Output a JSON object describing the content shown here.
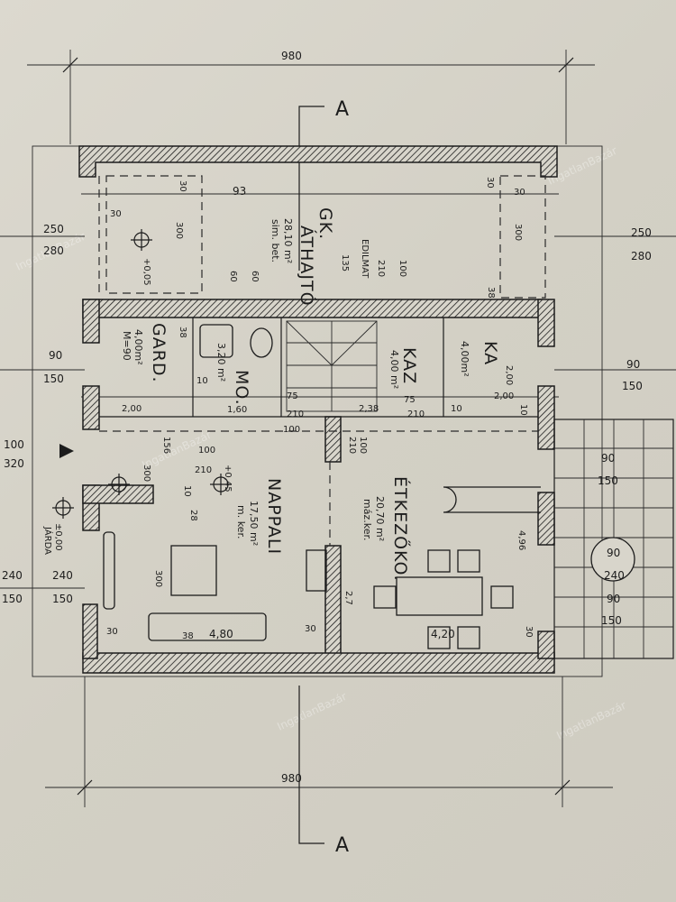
{
  "title": "Floor plan - ground floor",
  "dimensions": {
    "top_width": "980",
    "bottom_width": "980",
    "section_marker": "A",
    "left": [
      "250",
      "280",
      "90",
      "150",
      "100",
      "320",
      "240",
      "240",
      "150",
      "150"
    ],
    "right": [
      "250",
      "280",
      "90",
      "150"
    ],
    "terrace": [
      "90",
      "150",
      "90",
      "240",
      "90",
      "150"
    ]
  },
  "rooms": {
    "garage": {
      "name_1": "GK.",
      "name_2": "ÁTHAJTÓ",
      "area": "28,10 m²",
      "floor": "sim. bet."
    },
    "wardrobe": {
      "name": "GARD.",
      "area": "4,00m²",
      "note": "M=90"
    },
    "bathroom": {
      "name": "MO.",
      "area": "3,20 m²"
    },
    "boiler": {
      "name": "KAZ",
      "area": "4,00 m²"
    },
    "storage": {
      "name": "KA",
      "area": "4,00m²"
    },
    "living": {
      "name": "NAPPALI",
      "area": "17,50 m²",
      "floor": "m. ker."
    },
    "dining": {
      "name": "ÉTKEZŐKO.",
      "area": "20,70 m²",
      "floor": "máz.ker."
    }
  },
  "annotations": {
    "edilmat": "EDILMAT",
    "level_garage": "+0,05",
    "level_living": "+0,45",
    "level_ground": "±0,00",
    "sidewalk": "JÁRDA",
    "n93": "93",
    "n30a": "30",
    "n30b": "30",
    "n30c": "30",
    "n30d": "30",
    "n300a": "300",
    "n300b": "300",
    "n60a": "60",
    "n60b": "60",
    "n135": "135",
    "n210a": "210",
    "n100a": "100",
    "n38a": "38",
    "n38b": "38",
    "n200a": "2,00",
    "n10a": "10",
    "n160": "1,60",
    "n75a": "75",
    "n210b": "210",
    "n238": "2,38",
    "n75b": "75",
    "n210c": "210",
    "n10b": "10",
    "n200b": "2,00",
    "n200c": "2,00",
    "n10c": "10",
    "n100b": "100",
    "n210d": "210",
    "n100c": "100",
    "n156": "156",
    "n300c": "300",
    "n100d": "100",
    "n210e": "210",
    "n10d": "10",
    "n28": "28",
    "n300d": "300",
    "n480": "4,80",
    "n30e": "30",
    "n30f": "30",
    "n420": "4,20",
    "n27": "2,7",
    "n496": "4,96",
    "n30g": "30",
    "n38c": "38",
    "n30h": "30"
  },
  "watermark": "IngatlanBazár"
}
